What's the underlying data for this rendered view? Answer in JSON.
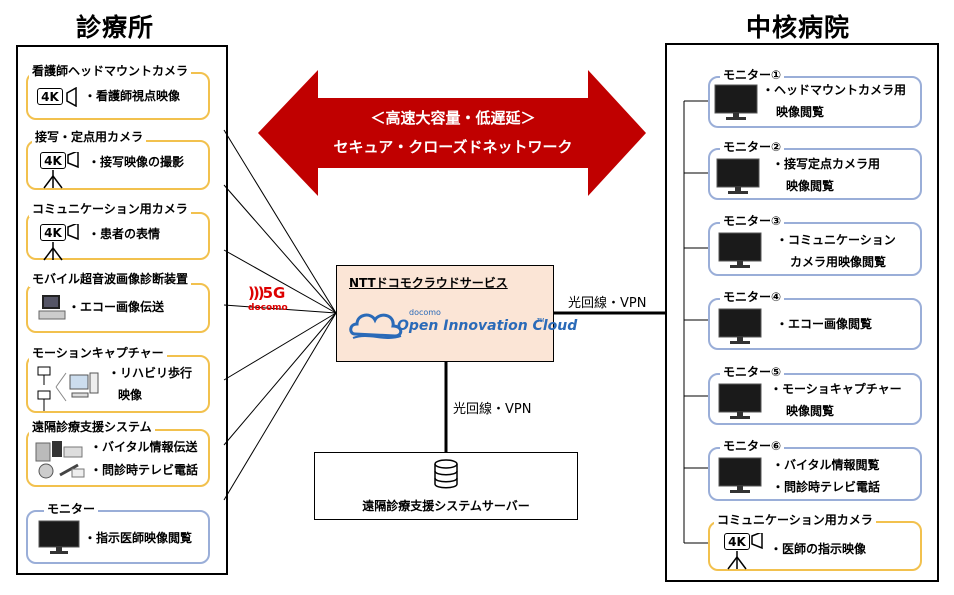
{
  "left_title": "診療所",
  "right_title": "中核病院",
  "banner": {
    "line1": "＜高速大容量・低遅延＞",
    "line2": "セキュア・クローズドネットワーク",
    "color": "#c00000"
  },
  "clinic_devices": [
    {
      "label": "看護師ヘッドマウントカメラ",
      "text1": "・看護師視点映像",
      "icon": "camera-4k-icon"
    },
    {
      "label": "接写・定点用カメラ",
      "text1": "・接写映像の撮影",
      "icon": "camera-4k-tripod-icon"
    },
    {
      "label": "コミュニケーション用カメラ",
      "text1": "・患者の表情",
      "icon": "camera-4k-tripod-icon"
    },
    {
      "label": "モバイル超音波画像診断装置",
      "text1": "・エコー画像伝送",
      "icon": "ultrasound-device-icon"
    },
    {
      "label": "モーションキャプチャー",
      "text1": "・リハビリ歩行",
      "text2": "映像",
      "icon": "motion-capture-icon"
    },
    {
      "label": "遠隔診療支援システム",
      "text1": "・バイタル情報伝送",
      "text2": "・問診時テレビ電話",
      "icon": "medical-devices-icon"
    },
    {
      "label": "モニター",
      "text1": "・指示医師映像閲覧",
      "icon": "monitor-icon"
    }
  ],
  "fiveg": {
    "logo": "5G",
    "sub": "docomo"
  },
  "cloud_box": {
    "title": "NTTドコモクラウドサービス",
    "brand_small": "docomo",
    "brand": "Open Innovation Cloud",
    "tm": "TM"
  },
  "link_labels": {
    "right": "光回線・VPN",
    "down": "光回線・VPN"
  },
  "server": {
    "label": "遠隔診療支援システムサーバー",
    "icon": "database-icon"
  },
  "hospital_monitors": [
    {
      "label": "モニター①",
      "text1": "・ヘッドマウントカメラ用",
      "text2": "映像閲覧"
    },
    {
      "label": "モニター②",
      "text1": "・接写定点カメラ用",
      "text2": "映像閲覧"
    },
    {
      "label": "モニター③",
      "text1": "・コミュニケーション",
      "text2": "カメラ用映像閲覧"
    },
    {
      "label": "モニター④",
      "text1": "・エコー画像閲覧"
    },
    {
      "label": "モニター⑤",
      "text1": "・モーショキャプチャー",
      "text2": "映像閲覧"
    },
    {
      "label": "モニター⑥",
      "text1": "・バイタル情報閲覧",
      "text2": "・問診時テレビ電話"
    }
  ],
  "hospital_camera": {
    "label": "コミュニケーション用カメラ",
    "text1": "・医師の指示映像",
    "icon": "camera-4k-tripod-icon"
  },
  "four_k": "4K"
}
